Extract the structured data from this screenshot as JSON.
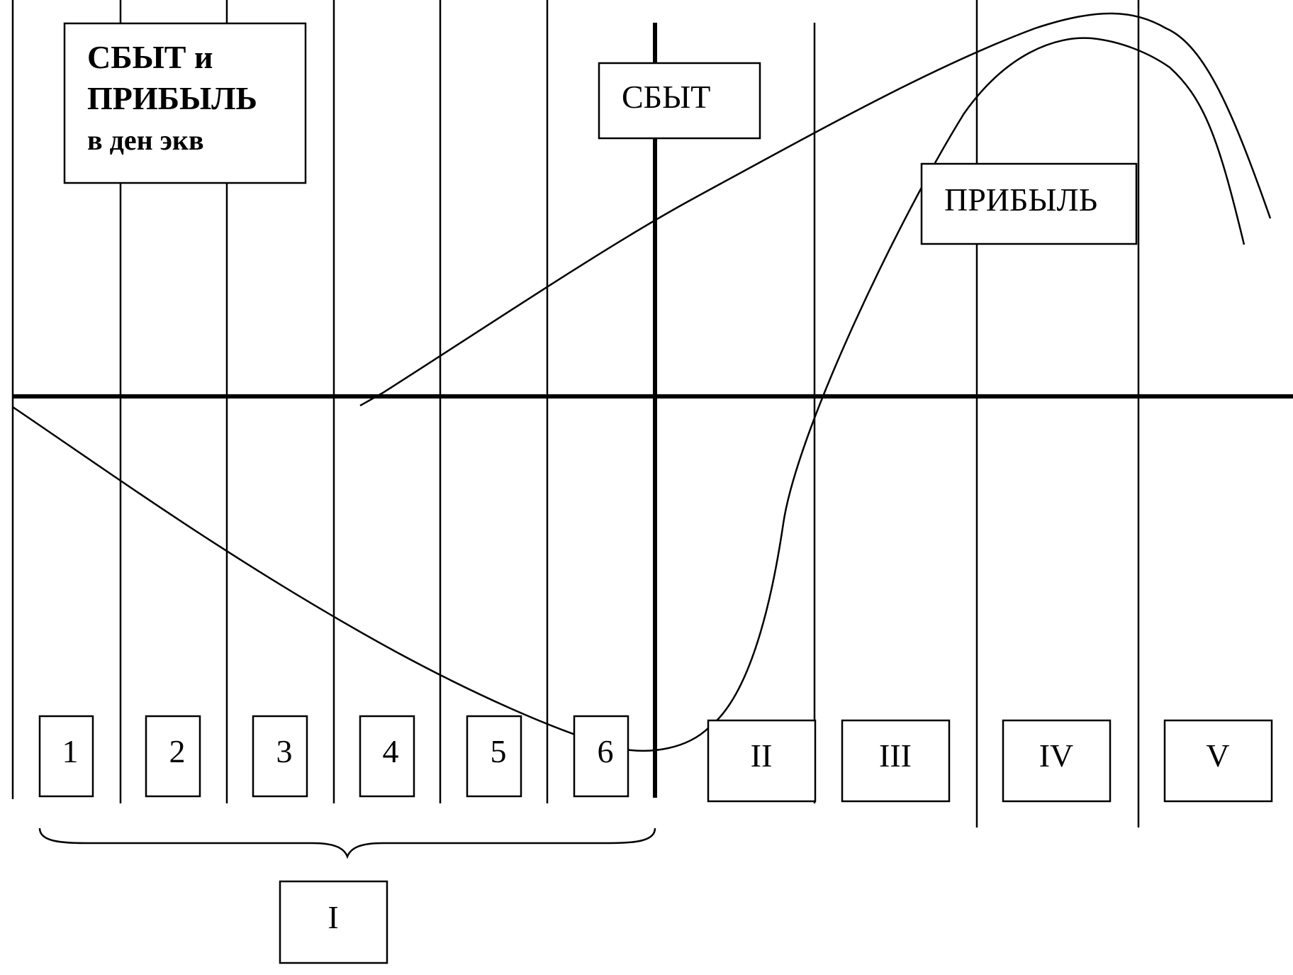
{
  "title": {
    "line1": "СБЫТ и",
    "line2": "ПРИБЫЛЬ",
    "line3": "в ден экв"
  },
  "curves": {
    "sales_label": "СБЫТ",
    "profit_label": "ПРИБЫЛЬ"
  },
  "substages": [
    "1",
    "2",
    "3",
    "4",
    "5",
    "6"
  ],
  "stages": [
    "I",
    "II",
    "III",
    "IV",
    "V"
  ]
}
